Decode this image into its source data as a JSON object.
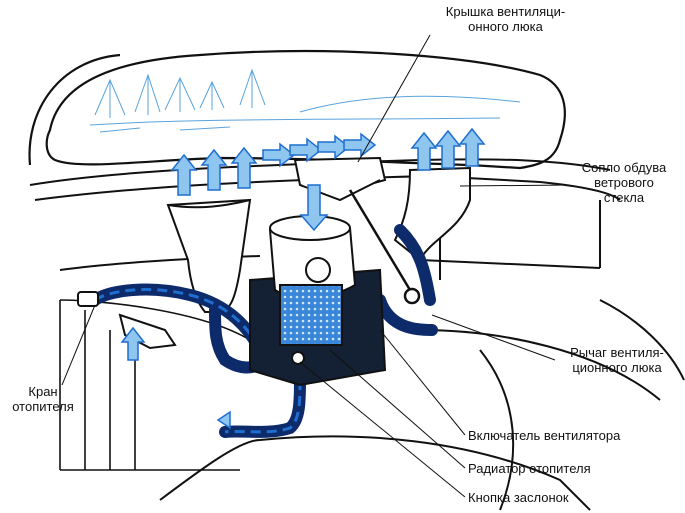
{
  "labels": {
    "vent_cover": [
      "Крышка вентиляци-",
      "онного люка"
    ],
    "windshield_nozzle": [
      "Сопло обдува",
      "ветрового",
      "стекла"
    ],
    "vent_lever": [
      "Рычаг вентиля-",
      "ционного люка"
    ],
    "heater_valve": [
      "Кран",
      "отопителя"
    ],
    "fan_switch": [
      "Включатель вентилятора"
    ],
    "heater_radiator": [
      "Радиатор отопителя"
    ],
    "damper_button": [
      "Кнопка заслонок"
    ]
  },
  "colors": {
    "ink": "#111111",
    "hose": "#0d2a6b",
    "air_flow": "#1f6fd0",
    "air_light": "#8fc6f0",
    "radiator": "#3a86d8"
  }
}
